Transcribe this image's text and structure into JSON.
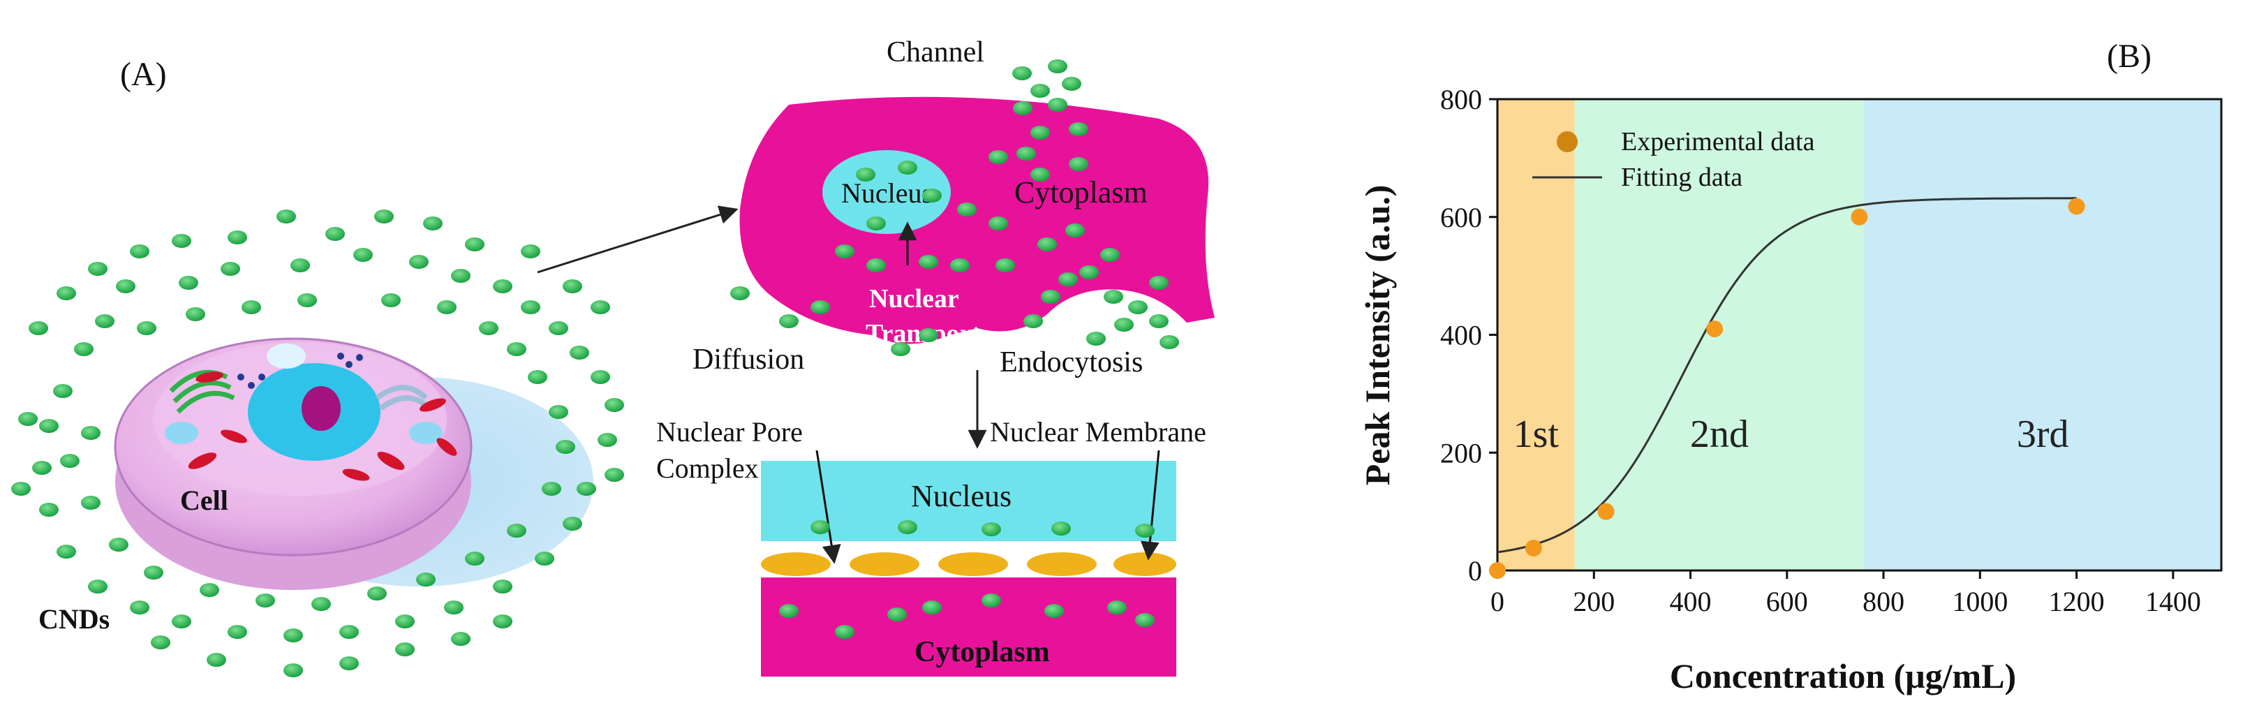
{
  "panel_a": {
    "label": "(A)",
    "cell_label": "Cell",
    "cnds_label": "CNDs",
    "channel_label": "Channel",
    "nucleus_label": "Nucleus",
    "cytoplasm_label": "Cytoplasm",
    "nuclear_transport_line1": "Nuclear",
    "nuclear_transport_line2": "Transport",
    "diffusion_label": "Diffusion",
    "endocytosis_label": "Endocytosis",
    "npc_line1": "Nuclear Pore",
    "npc_line2": "Complex",
    "nuclear_membrane_label": "Nuclear Membrane",
    "membrane_nucleus_label": "Nucleus",
    "membrane_cytoplasm_label": "Cytoplasm",
    "colors": {
      "cytoplasm_magenta": "#e8129a",
      "nucleus_cyan": "#6fe3ec",
      "pore_orange": "#f0b21a",
      "cnd_green": "#1fb34a",
      "transport_text": "#ffffff"
    }
  },
  "panel_b": {
    "label": "(B)",
    "chart_data": {
      "type": "scatter",
      "xlabel": "Concentration (μg/mL)",
      "ylabel": "Peak Intensity (a.u.)",
      "xlim": [
        0,
        1500
      ],
      "ylim": [
        0,
        800
      ],
      "xticks": [
        0,
        200,
        400,
        600,
        800,
        1000,
        1200,
        1400
      ],
      "yticks": [
        0,
        200,
        400,
        600,
        800
      ],
      "legend": [
        "Experimental data",
        "Fitting data"
      ],
      "legend_position": "top-left",
      "series": [
        {
          "name": "Experimental data",
          "marker": "circle",
          "color": "#f39a1e",
          "x": [
            0,
            75,
            225,
            450,
            750,
            1200
          ],
          "y": [
            0,
            38,
            100,
            410,
            600,
            618
          ]
        },
        {
          "name": "Fitting data",
          "style": "line",
          "color": "#333333",
          "fit": "sigmoid",
          "params": {
            "base": 20,
            "plateau": 632,
            "x50": 380,
            "width": 95
          }
        }
      ],
      "regions": [
        {
          "label": "1st",
          "from": 0,
          "to": 160,
          "color": "#fcd994"
        },
        {
          "label": "2nd",
          "from": 160,
          "to": 760,
          "color": "#cdf7de"
        },
        {
          "label": "3rd",
          "from": 760,
          "to": 1500,
          "color": "#c9eaf7"
        }
      ]
    }
  }
}
